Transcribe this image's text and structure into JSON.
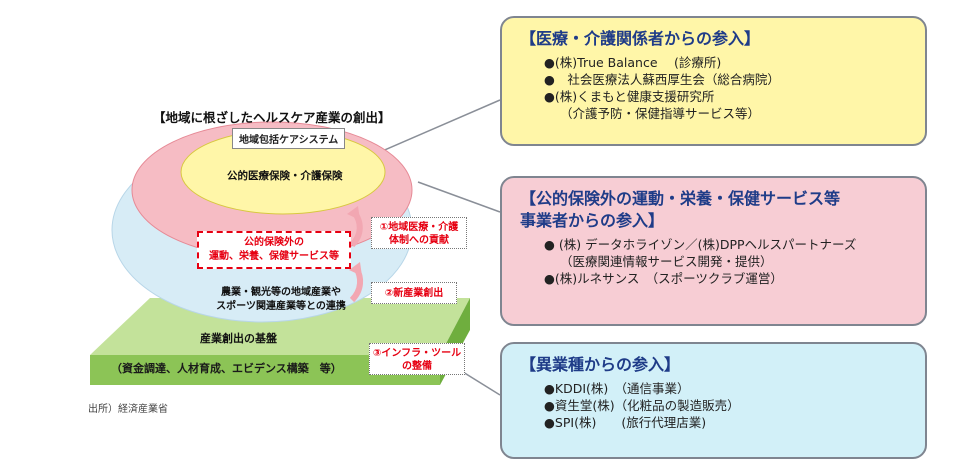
{
  "diagram": {
    "title": "【地域に根ざしたヘルスケア産業の創出】",
    "tag": "地域包括ケアシステム",
    "core": "公的医療保険・介護保険",
    "red_box": [
      "公的保険外の",
      "運動、栄養、保健サービス等"
    ],
    "linkage": [
      "農業・観光等の地域産業や",
      "スポーツ関連産業等との連携"
    ],
    "side_labels": [
      {
        "lines": [
          "①地域医療・介護",
          "体制への貢献"
        ]
      },
      {
        "lines": [
          "②新産業創出"
        ]
      },
      {
        "lines": [
          "③インフラ・ツール",
          "の整備"
        ]
      }
    ],
    "base": {
      "title": "産業創出の基盤",
      "subtitle": "（資金調達、人材育成、エビデンス構築　等）"
    },
    "source": "出所）経済産業省",
    "colors": {
      "outer_ellipse": "#d7ecf6",
      "red_ring": "#f6bcc4",
      "core": "#fff6a8",
      "base_top": "#c3e29a",
      "base_side": "#8cc456",
      "accent_red": "#e60012"
    }
  },
  "panels": [
    {
      "title": "【医療・介護関係者からの参入】",
      "color": "#fff6a8",
      "items": [
        {
          "text": "●(株)True Balance　 (診療所)"
        },
        {
          "text": "●　社会医療法人蘇西厚生会（総合病院）"
        },
        {
          "text": "●(株)くまもと健康支援研究所",
          "sub": "（介護予防・保健指導サービス等）"
        }
      ]
    },
    {
      "title": "【公的保険外の運動・栄養・保健サービス等",
      "title2": "事業者からの参入】",
      "color": "#f7cdd4",
      "items": [
        {
          "text": "● (株) データホライゾン／(株)DPPヘルスパートナーズ",
          "sub": "（医療関連情報サービス開発・提供）"
        },
        {
          "text": "●(株)ルネサンス　（スポーツクラブ運営）"
        }
      ]
    },
    {
      "title": "【異業種からの参入】",
      "color": "#d2f0f8",
      "items": [
        {
          "text": "●KDDI(株)　（通信事業）"
        },
        {
          "text": "●資生堂(株)（化粧品の製造販売）"
        },
        {
          "text": "●SPI(株)　　(旅行代理店業)"
        }
      ]
    }
  ]
}
